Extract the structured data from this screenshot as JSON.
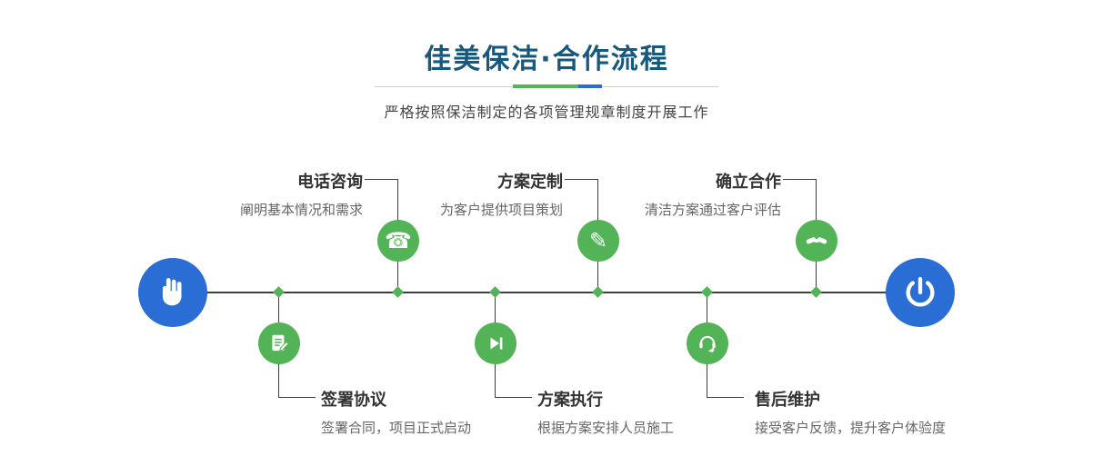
{
  "header": {
    "title": "佳美保洁·合作流程",
    "subtitle": "严格按照保洁制定的各项管理规章制度开展工作"
  },
  "colors": {
    "title_blue": "#17587d",
    "accent_green": "#52b456",
    "accent_blue": "#2a6dd5",
    "line_dark": "#3f3f3f"
  },
  "endpoints": {
    "start_icon": "hand-point-icon",
    "end_icon": "power-icon"
  },
  "steps_top": [
    {
      "title": "电话咨询",
      "desc": "阐明基本情况和需求",
      "icon": "phone-icon"
    },
    {
      "title": "方案定制",
      "desc": "为客户提供项目策划",
      "icon": "pen-icon"
    },
    {
      "title": "确立合作",
      "desc": "清洁方案通过客户评估",
      "icon": "handshake-icon"
    }
  ],
  "steps_bottom": [
    {
      "title": "签署协议",
      "desc": "签署合同，项目正式启动",
      "icon": "contract-icon"
    },
    {
      "title": "方案执行",
      "desc": "根据方案安排人员施工",
      "icon": "play-icon"
    },
    {
      "title": "售后维护",
      "desc": "接受客户反馈，提升客户体验度",
      "icon": "headset-icon"
    }
  ],
  "icon_glyphs": {
    "phone": "☎",
    "pen": "✎"
  }
}
